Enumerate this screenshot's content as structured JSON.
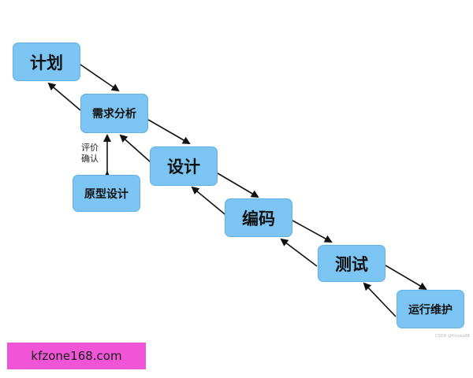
{
  "nodes": {
    "plan": "计划",
    "requirements": "需求分析",
    "prototype": "原型设计",
    "design": "设计",
    "coding": "编码",
    "testing": "测试",
    "operations": "运行维护"
  },
  "labels": {
    "review": "评价\n确认"
  },
  "watermark": "kfzone168.com",
  "credit": "CSDN @Hisoka88",
  "colors": {
    "node_fill": "#7cc4f2",
    "arrow": "#111111",
    "watermark_bg": "#f055d8"
  }
}
